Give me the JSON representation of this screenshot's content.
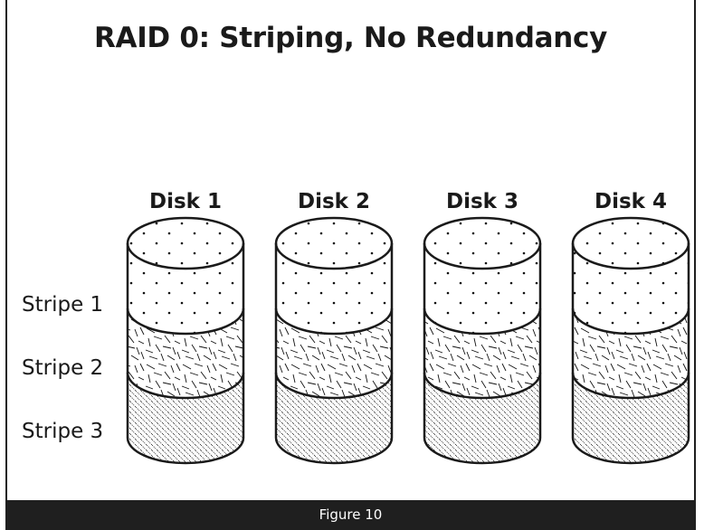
{
  "title": "RAID 0: Striping, No Redundancy",
  "disks": [
    "Disk 1",
    "Disk 2",
    "Disk 3",
    "Disk 4"
  ],
  "stripes": [
    {
      "label": "Stripe 1",
      "pattern": "dots"
    },
    {
      "label": "Stripe 2",
      "pattern": "random-dashes"
    },
    {
      "label": "Stripe 3",
      "pattern": "diagonal-hatch"
    }
  ],
  "caption": "Figure 10"
}
